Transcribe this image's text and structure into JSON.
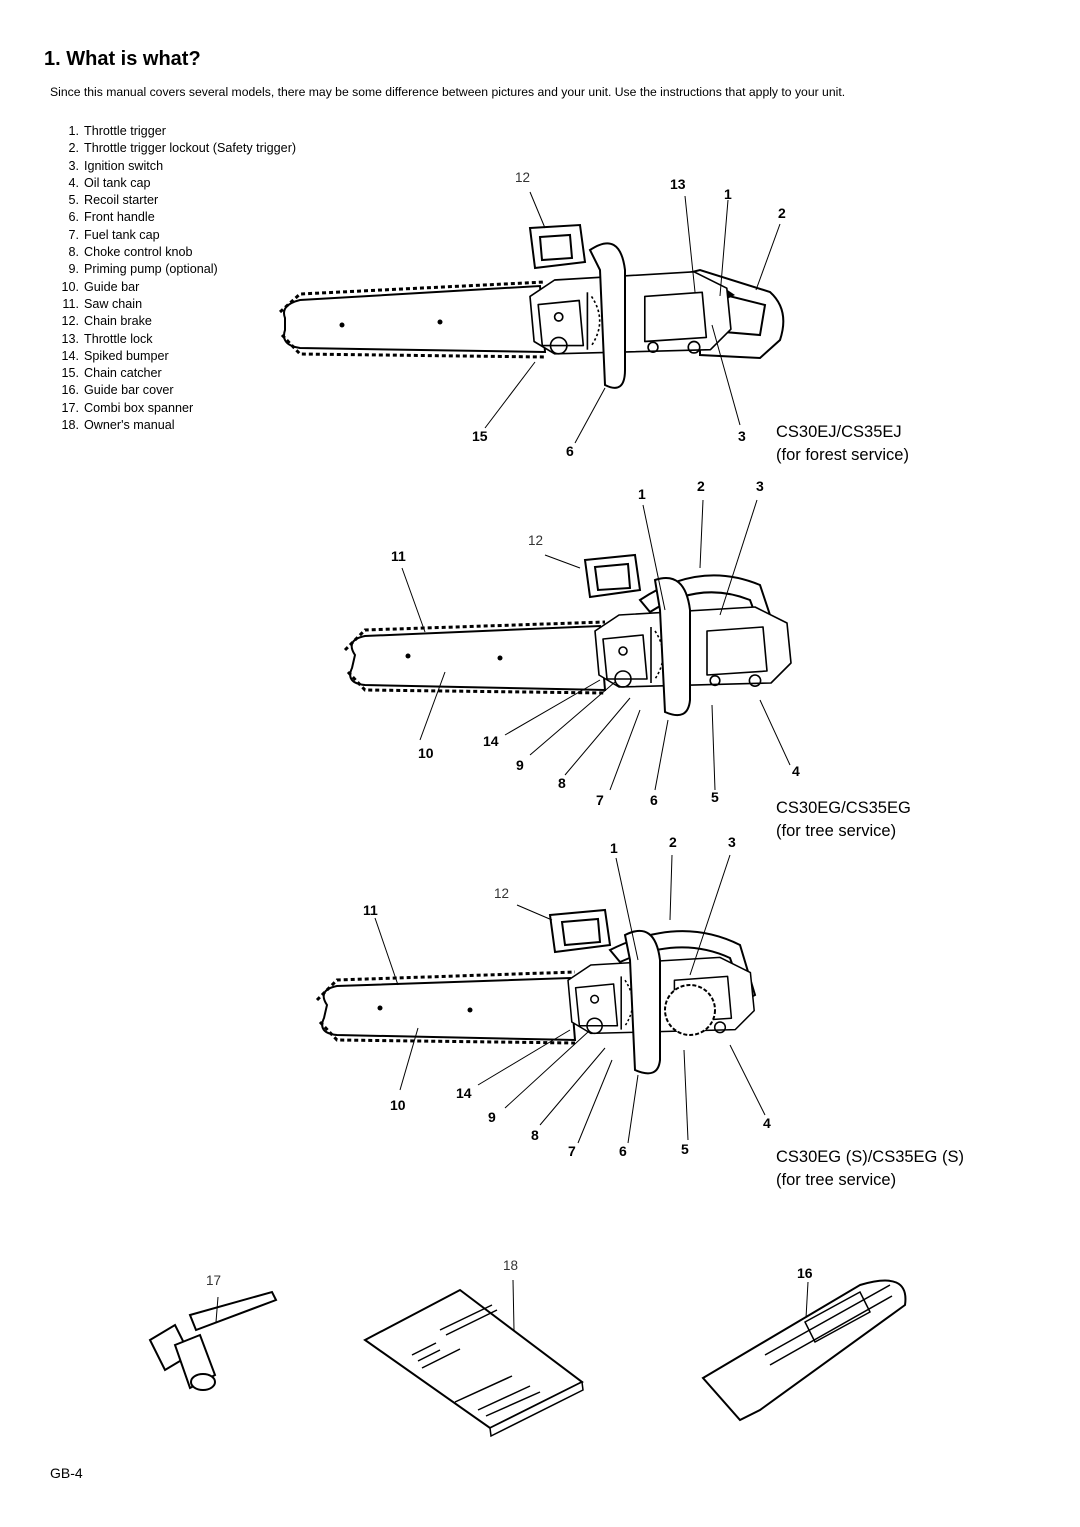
{
  "page": {
    "heading": "1. What is what?",
    "intro": "Since this manual covers several models, there may be some difference between pictures and your unit. Use the instructions that apply to your unit.",
    "footer": "GB-4"
  },
  "parts": [
    {
      "num": "1.",
      "label": "Throttle trigger"
    },
    {
      "num": "2.",
      "label": "Throttle trigger lockout (Safety trigger)"
    },
    {
      "num": "3.",
      "label": "Ignition switch"
    },
    {
      "num": "4.",
      "label": "Oil tank cap"
    },
    {
      "num": "5.",
      "label": "Recoil starter"
    },
    {
      "num": "6.",
      "label": "Front handle"
    },
    {
      "num": "7.",
      "label": "Fuel tank cap"
    },
    {
      "num": "8.",
      "label": "Choke control knob"
    },
    {
      "num": "9.",
      "label": "Priming pump (optional)"
    },
    {
      "num": "10.",
      "label": "Guide bar"
    },
    {
      "num": "11.",
      "label": "Saw chain"
    },
    {
      "num": "12.",
      "label": "Chain brake"
    },
    {
      "num": "13.",
      "label": "Throttle lock"
    },
    {
      "num": "14.",
      "label": "Spiked bumper"
    },
    {
      "num": "15.",
      "label": "Chain catcher"
    },
    {
      "num": "16.",
      "label": "Guide bar cover"
    },
    {
      "num": "17.",
      "label": "Combi box spanner"
    },
    {
      "num": "18.",
      "label": "Owner's manual"
    }
  ],
  "diagrams": {
    "d1": {
      "model": "CS30EJ/CS35EJ",
      "service": "(for forest service)",
      "callouts": {
        "c12": "12",
        "c13": "13",
        "c1": "1",
        "c2": "2",
        "c15": "15",
        "c6": "6",
        "c3": "3"
      }
    },
    "d2": {
      "model": "CS30EG/CS35EG",
      "service": "(for tree service)",
      "callouts": {
        "c1": "1",
        "c2": "2",
        "c3": "3",
        "c12": "12",
        "c11": "11",
        "c10": "10",
        "c14": "14",
        "c9": "9",
        "c8": "8",
        "c7": "7",
        "c6": "6",
        "c5": "5",
        "c4": "4"
      }
    },
    "d3": {
      "model": "CS30EG (S)/CS35EG (S)",
      "service": "(for tree service)",
      "callouts": {
        "c1": "1",
        "c2": "2",
        "c3": "3",
        "c12": "12",
        "c11": "11",
        "c10": "10",
        "c14": "14",
        "c9": "9",
        "c8": "8",
        "c7": "7",
        "c6": "6",
        "c5": "5",
        "c4": "4"
      }
    },
    "accessories": {
      "c17": "17",
      "c18": "18",
      "c16": "16"
    }
  }
}
